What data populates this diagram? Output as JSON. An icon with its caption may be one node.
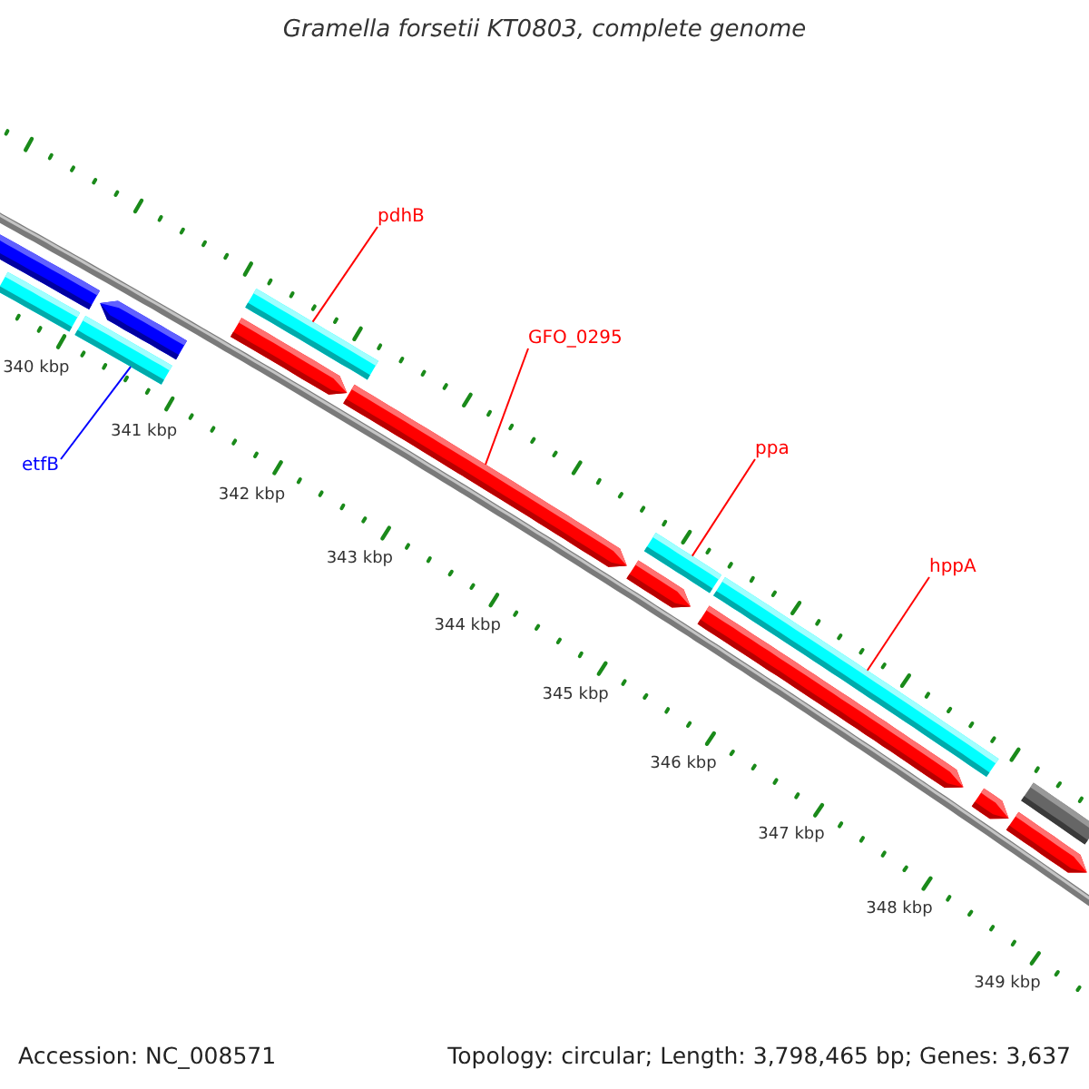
{
  "diagram": {
    "title": "Gramella forsetii KT0803, complete genome",
    "nodes": [
      {
        "text": [
          "pdhB"
        ]
      },
      {
        "text": [
          "GFO_0295"
        ]
      },
      {
        "text": [
          "ppa"
        ]
      },
      {
        "text": [
          "etfB"
        ]
      },
      {
        "text": [
          "hppA"
        ]
      },
      {
        "text": [],
        "shape": "bar"
      },
      {
        "text": [],
        "shape": "bar"
      },
      {
        "text": [],
        "shape": "bar"
      },
      {
        "text": [],
        "shape": "arrow"
      },
      {
        "text": [],
        "shape": "arrow"
      },
      {
        "text": [],
        "shape": "bar"
      },
      {
        "text": [],
        "shape": "arrow"
      },
      {
        "text": [],
        "shape": "arrow"
      },
      {
        "text": [],
        "shape": "bar"
      },
      {
        "text": [],
        "shape": "arrow"
      },
      {
        "text": [],
        "shape": "bar"
      },
      {
        "text": [],
        "shape": "arrow"
      },
      {
        "text": [],
        "shape": "arrow"
      },
      {
        "text": [],
        "shape": "bar"
      }
    ],
    "edges": [
      {
        "from": 0,
        "to": 10,
        "arrow": "none"
      },
      {
        "from": 1,
        "to": 11,
        "arrow": "none"
      },
      {
        "from": 2,
        "to": 13,
        "arrow": "none"
      },
      {
        "from": 3,
        "to": 7,
        "arrow": "none",
        "color": "#0000ff"
      },
      {
        "from": 4,
        "to": 15,
        "arrow": "none"
      }
    ],
    "labels": [
      "340 kbp",
      "341 kbp",
      "342 kbp",
      "343 kbp",
      "344 kbp",
      "345 kbp",
      "346 kbp",
      "347 kbp",
      "348 kbp",
      "349 kbp",
      "Accession: NC_008571",
      "Topology: circular; Length: 3,798,465 bp; Genes: 3,637"
    ]
  }
}
